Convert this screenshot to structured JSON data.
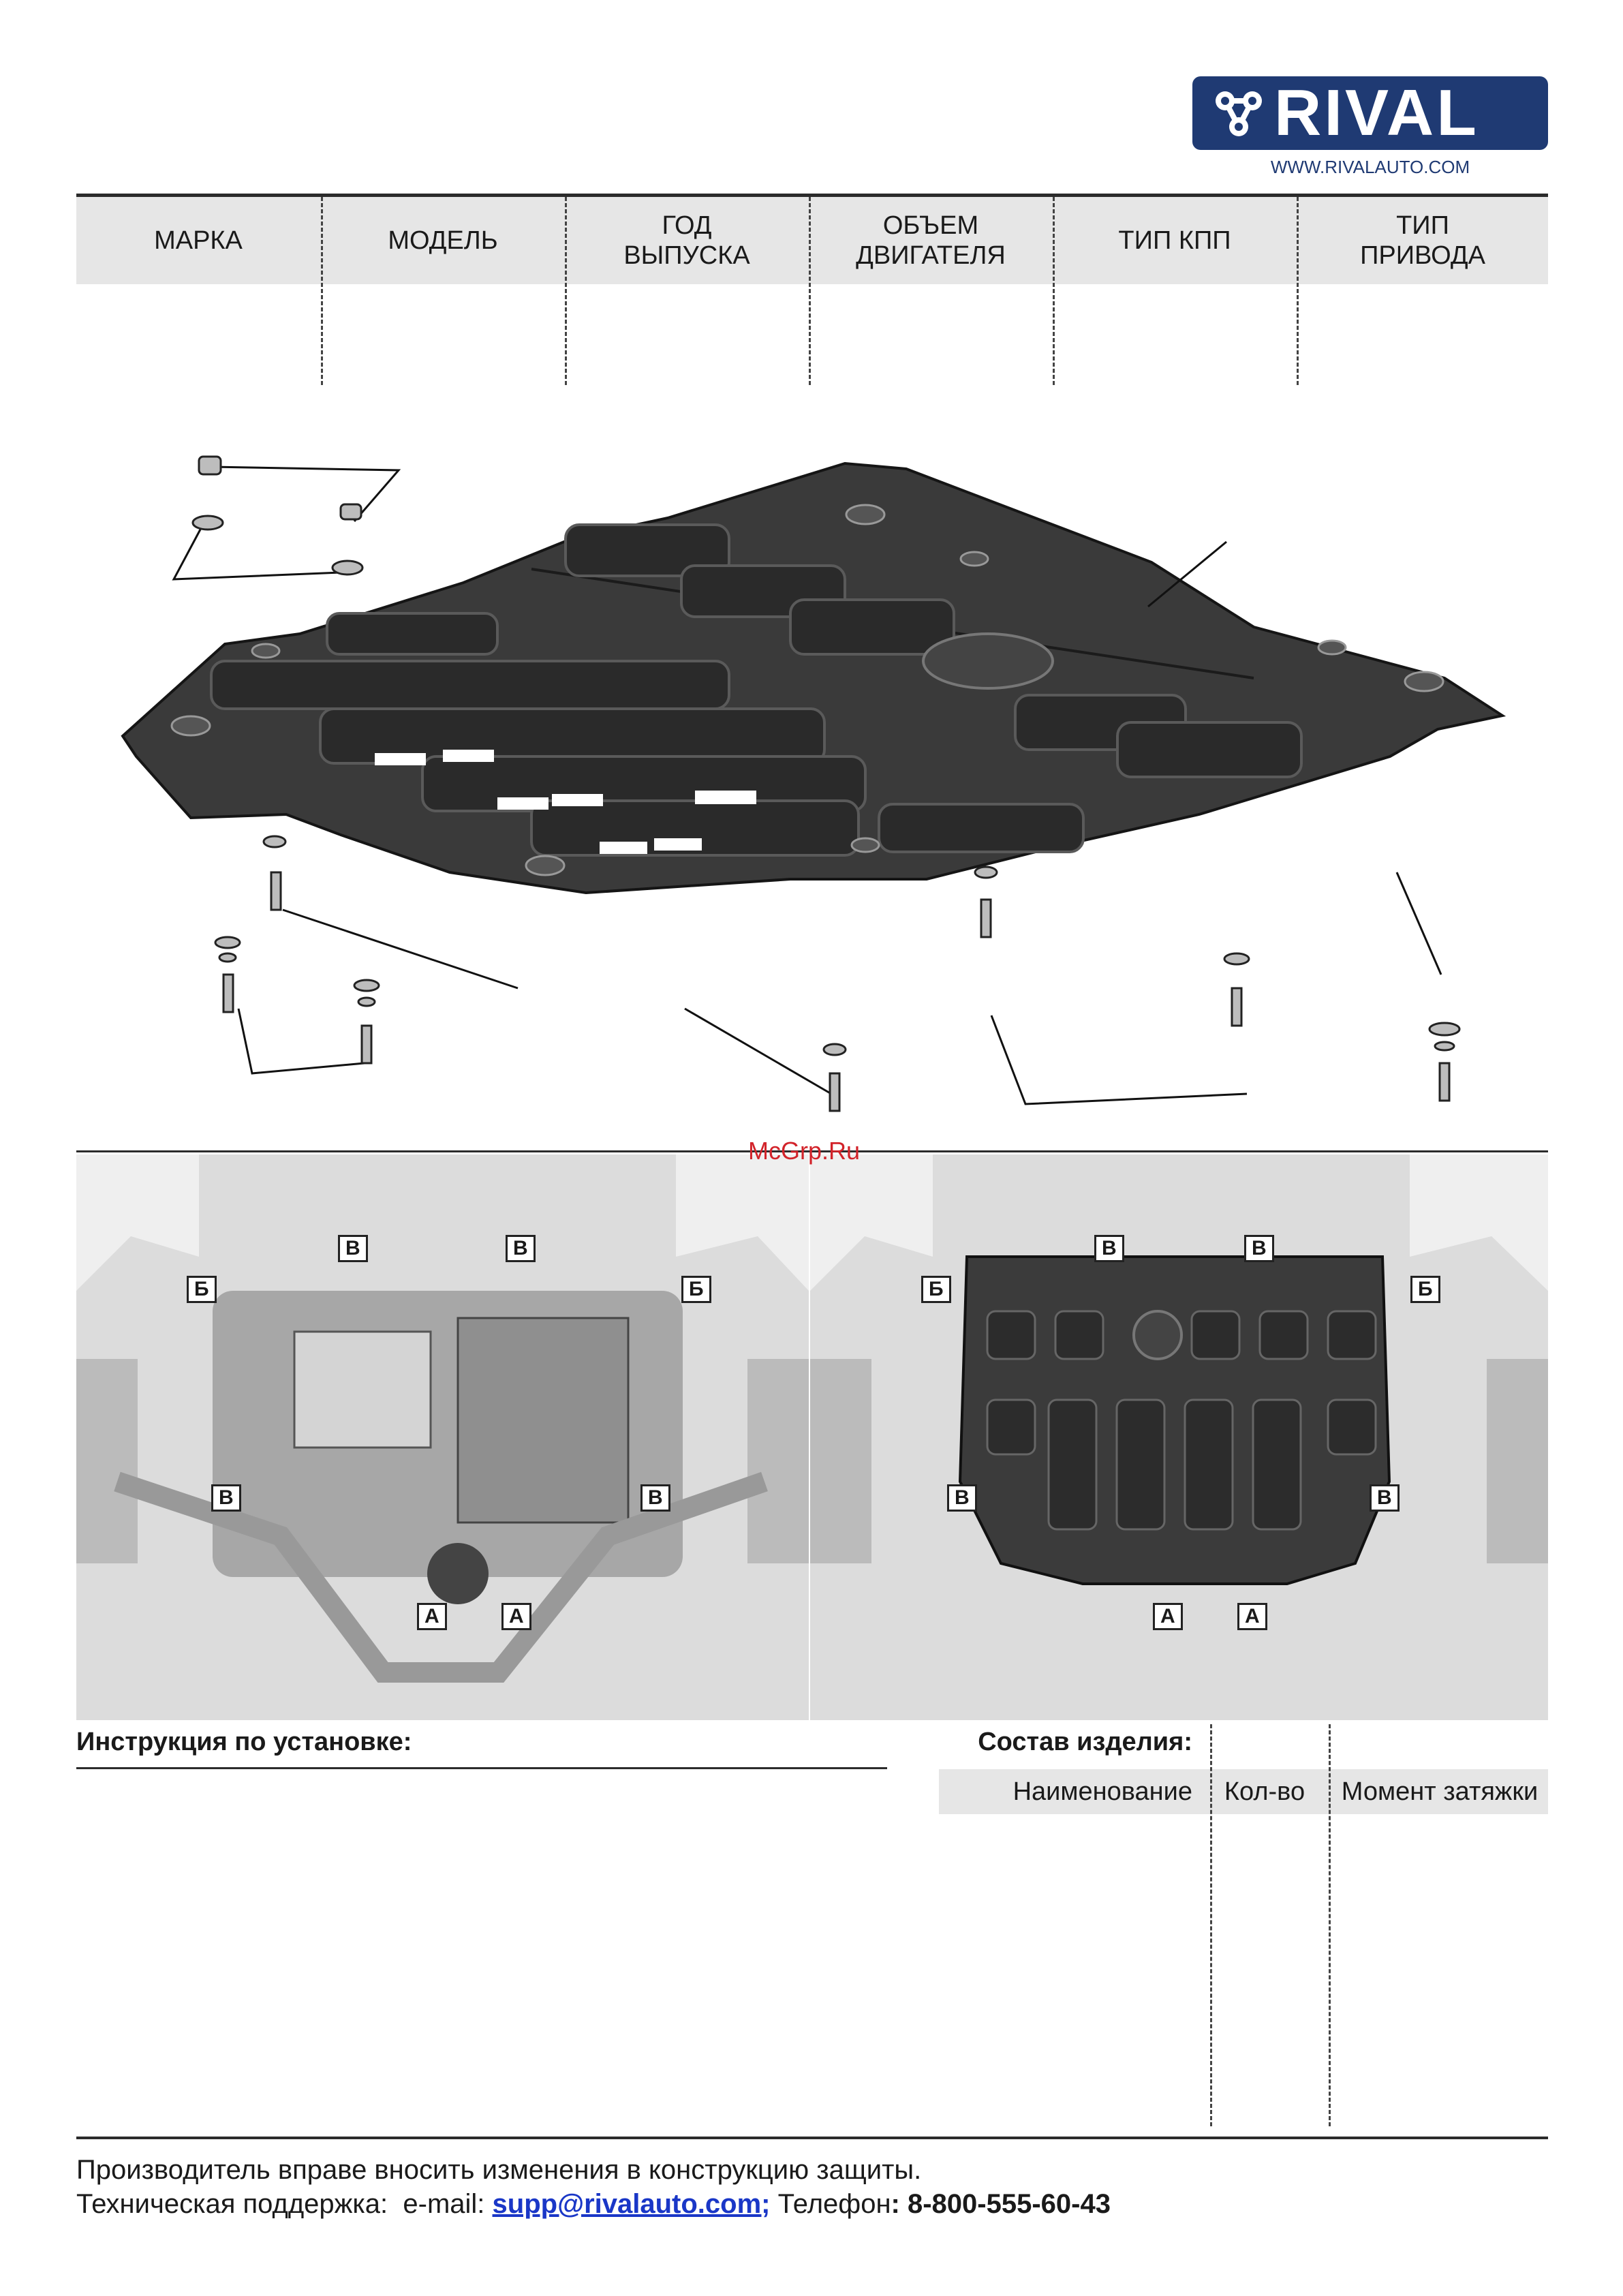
{
  "logo": {
    "brand": "RIVAL",
    "url": "WWW.RIVALAUTO.COM",
    "color": "#1f3a73"
  },
  "spec_table": {
    "headers": [
      "МАРКА",
      "МОДЕЛЬ",
      "ГОД\nВЫПУСКА",
      "ОБЪЕМ\nДВИГАТЕЛЯ",
      "ТИП КПП",
      "ТИП\nПРИВОДА"
    ]
  },
  "watermark": "McGrp.Ru",
  "photo_labels": {
    "a": "А",
    "b_cyr": "Б",
    "v": "В"
  },
  "instructions": {
    "title": "Инструкция по установке:"
  },
  "composition": {
    "title": "Состав изделия:",
    "columns": [
      "Наименование",
      "Кол-во",
      "Момент затяжки"
    ]
  },
  "footer": {
    "line1": "Производитель вправе вносить изменения в конструкцию защиты.",
    "support_prefix": "Техническая поддержка:  e-mail: ",
    "email": "supp@rivalauto.com;",
    "phone_label": " Телефон",
    "phone": ": 8-800-555-60-43"
  }
}
